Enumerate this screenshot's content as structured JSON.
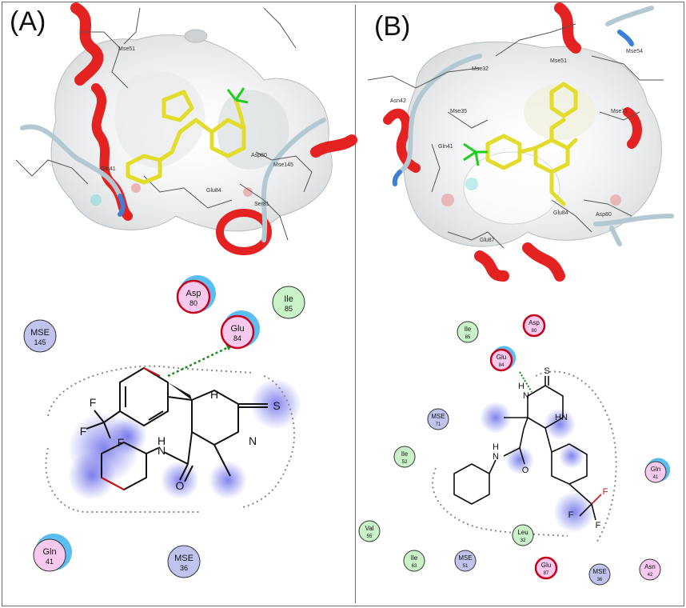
{
  "panels": [
    {
      "id": "A",
      "label": "(A)",
      "residues_3d": [
        "Mse51",
        "Gln41",
        "Asp80",
        "Mse145",
        "Glu84",
        "Ser81"
      ],
      "residues_2d": [
        {
          "name": "Asp",
          "num": "80",
          "type": "acidic"
        },
        {
          "name": "Ile",
          "num": "85",
          "type": "hydrophobic"
        },
        {
          "name": "MSE",
          "num": "145",
          "type": "other"
        },
        {
          "name": "Glu",
          "num": "84",
          "type": "acidic"
        },
        {
          "name": "Gln",
          "num": "41",
          "type": "polar"
        },
        {
          "name": "MSE",
          "num": "36",
          "type": "other"
        }
      ],
      "ligand_atoms": [
        "F",
        "F",
        "F",
        "H",
        "N",
        "H",
        "N",
        "S",
        "O"
      ]
    },
    {
      "id": "B",
      "label": "(B)",
      "residues_3d": [
        "Mse32",
        "Mse51",
        "Mse54",
        "Asn42",
        "Mse35",
        "Mse71",
        "Gln41",
        "Glu84",
        "Asp80",
        "Glu87"
      ],
      "residues_2d": [
        {
          "name": "Ile",
          "num": "85",
          "type": "hydrophobic"
        },
        {
          "name": "Asp",
          "num": "80",
          "type": "acidic"
        },
        {
          "name": "Glu",
          "num": "84",
          "type": "acidic"
        },
        {
          "name": "MSE",
          "num": "71",
          "type": "other"
        },
        {
          "name": "Ile",
          "num": "52",
          "type": "hydrophobic"
        },
        {
          "name": "Gln",
          "num": "41",
          "type": "polar"
        },
        {
          "name": "Val",
          "num": "55",
          "type": "hydrophobic"
        },
        {
          "name": "Leu",
          "num": "32",
          "type": "hydrophobic"
        },
        {
          "name": "Ile",
          "num": "63",
          "type": "hydrophobic"
        },
        {
          "name": "MSE",
          "num": "51",
          "type": "other"
        },
        {
          "name": "Glu",
          "num": "87",
          "type": "acidic"
        },
        {
          "name": "MSE",
          "num": "36",
          "type": "other"
        },
        {
          "name": "Asn",
          "num": "42",
          "type": "polar"
        }
      ],
      "ligand_atoms": [
        "S",
        "H",
        "N",
        "N",
        "H",
        "H",
        "N",
        "O",
        "F",
        "F",
        "F"
      ]
    }
  ],
  "colors": {
    "acidic_fill": "#f7c9ee",
    "acidic_ring": "#c8001c",
    "hydrophobic_fill": "#c9f2c9",
    "other_fill": "#bfc3ee",
    "polar_fill": "#f7c9ee",
    "solvent_halo": "#5cbdf0",
    "hbond": "#1a8a1a",
    "ligand_3d": "#e2dc2a",
    "helix": "#e52222",
    "coil": "#b4c8d2"
  }
}
